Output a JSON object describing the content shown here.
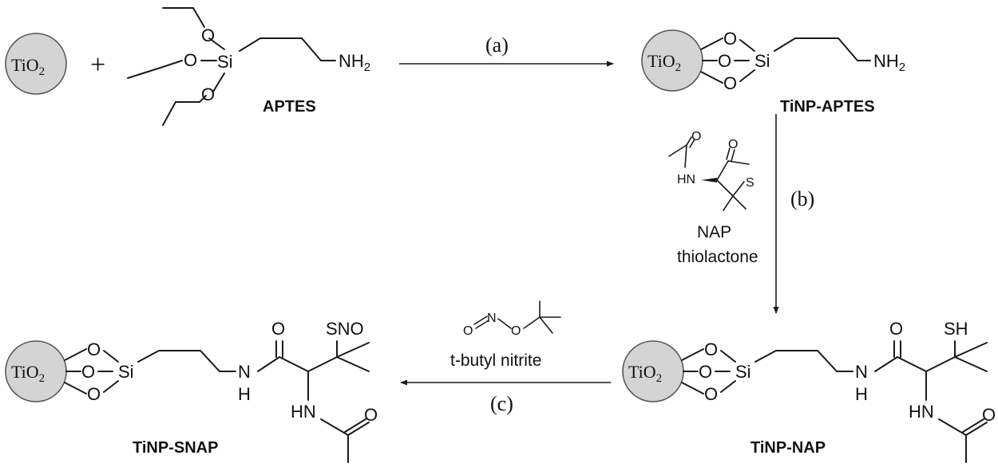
{
  "labels": {
    "tio2": "TiO",
    "tio2_sub": "2",
    "plus": "+",
    "o": "O",
    "si": "Si",
    "nh2": "NH",
    "nh2_sub": "2",
    "n": "N",
    "h": "H",
    "hn": "HN",
    "s": "S",
    "sh": "SH",
    "sno": "SNO"
  },
  "compounds": {
    "aptes": "APTES",
    "tinp_aptes": "TiNP-APTES",
    "tinp_nap": "TiNP-NAP",
    "tinp_snap": "TiNP-SNAP"
  },
  "steps": {
    "a": "(a)",
    "b": "(b)",
    "c": "(c)"
  },
  "reagents": {
    "nap_line1": "NAP",
    "nap_line2": "thiolactone",
    "nitrite": "t-butyl nitrite"
  }
}
